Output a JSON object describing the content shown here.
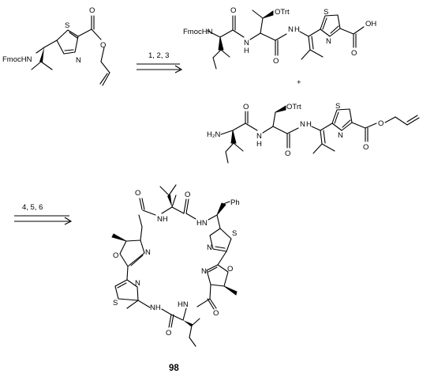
{
  "reaction_1": {
    "conditions": "1, 2, 3"
  },
  "reaction_2": {
    "conditions": "4, 5, 6"
  },
  "plus_sign": "+",
  "atom_labels": {
    "fmoc_hn": "FmocHN",
    "n": "N",
    "s": "S",
    "o": "O",
    "oh": "OH",
    "h2n": "H₂N",
    "nh": "NH",
    "hn": "HN",
    "h": "H",
    "otrt": "OTrt",
    "ph": "Ph"
  },
  "compound_label": "98"
}
